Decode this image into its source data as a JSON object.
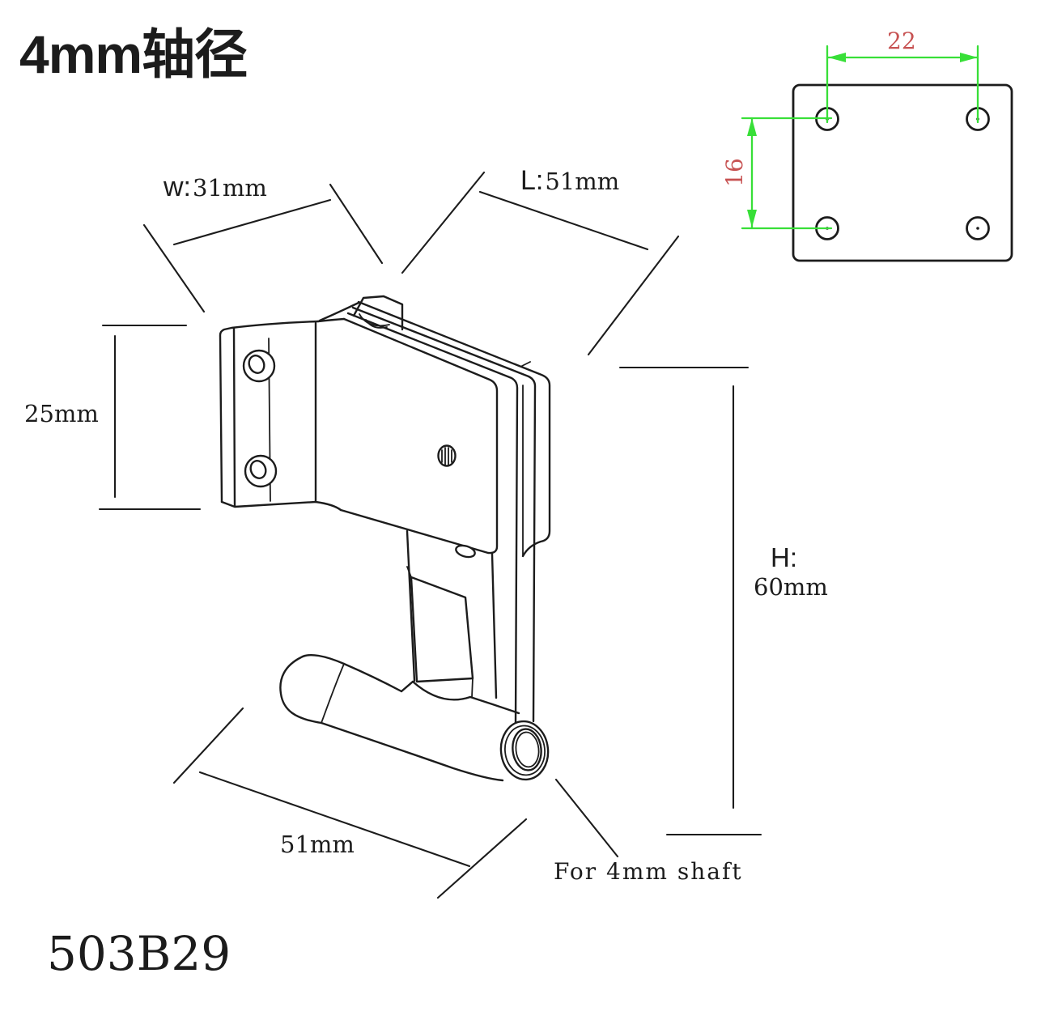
{
  "title": "4mm轴径",
  "part_number": "503B29",
  "dimensions": {
    "width": {
      "prefix": "w:",
      "value": "31mm"
    },
    "length": {
      "prefix": "L:",
      "value": "51mm"
    },
    "plate_height": "25mm",
    "height": {
      "prefix": "H:",
      "value": "60mm"
    },
    "handle_length": "51mm",
    "shaft_note": "For 4mm shaft"
  },
  "top_view": {
    "hole_spacing_horizontal": "22",
    "hole_spacing_vertical": "16"
  },
  "colors": {
    "line": "#1c1c1c",
    "dim-green": "#38df38",
    "dim-red": "#c75252",
    "bg": "#ffffff"
  }
}
